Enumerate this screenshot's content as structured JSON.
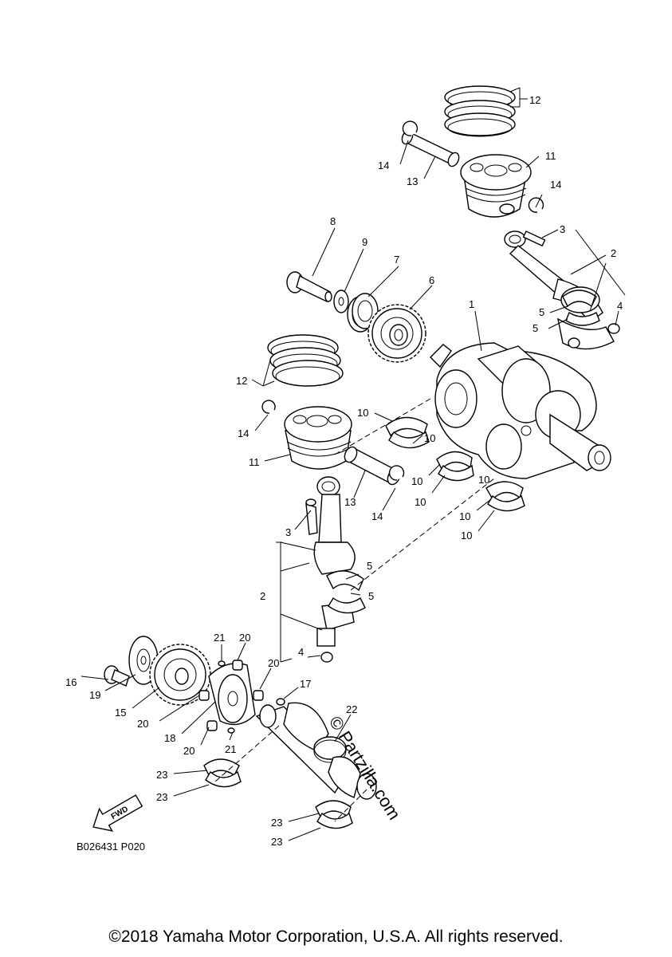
{
  "diagram": {
    "callouts": [
      "1",
      "2",
      "2",
      "3",
      "3",
      "4",
      "4",
      "5",
      "5",
      "5",
      "5",
      "6",
      "7",
      "8",
      "9",
      "10",
      "10",
      "10",
      "10",
      "10",
      "10",
      "10",
      "11",
      "11",
      "12",
      "12",
      "13",
      "13",
      "14",
      "14",
      "14",
      "14",
      "15",
      "16",
      "17",
      "18",
      "19",
      "20",
      "20",
      "20",
      "20",
      "21",
      "21",
      "22",
      "23",
      "23",
      "23",
      "23"
    ],
    "fwd_label": "FWD",
    "part_code": "B026431 P020",
    "watermark": "© Partzilla.com"
  },
  "footer": {
    "copyright": "©2018 Yamaha Motor Corporation, U.S.A. All rights reserved."
  }
}
